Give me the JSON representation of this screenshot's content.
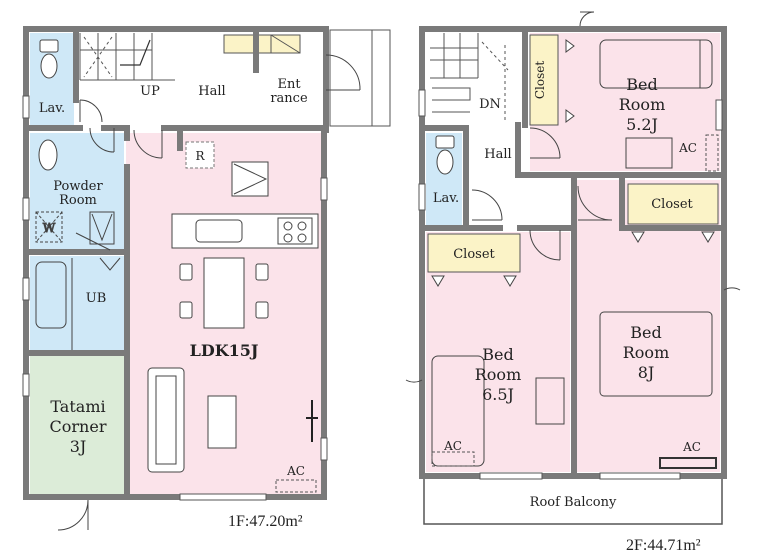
{
  "floor1": {
    "area_label": "1F:47.20m²",
    "rooms": {
      "lav": "Lav.",
      "up": "UP",
      "hall": "Hall",
      "entrance_1": "Ent",
      "entrance_2": "rance",
      "powder_1": "Powder",
      "powder_2": "Room",
      "washer": "W",
      "ub": "UB",
      "ldk": "LDK15J",
      "tatami_1": "Tatami",
      "tatami_2": "Corner",
      "tatami_3": "3J",
      "ac": "AC",
      "refrigerator": "R"
    }
  },
  "floor2": {
    "area_label": "2F:44.71m²",
    "rooms": {
      "dn": "DN",
      "closet_top": "Closet",
      "bed1_1": "Bed",
      "bed1_2": "Room",
      "bed1_3": "5.2J",
      "ac_top": "AC",
      "hall": "Hall",
      "lav": "Lav.",
      "closet_right": "Closet",
      "closet_left": "Closet",
      "bed2_1": "Bed",
      "bed2_2": "Room",
      "bed2_3": "6.5J",
      "ac_left": "AC",
      "bed3_1": "Bed",
      "bed3_2": "Room",
      "bed3_3": "8J",
      "ac_right": "AC",
      "balcony": "Roof Balcony"
    }
  }
}
